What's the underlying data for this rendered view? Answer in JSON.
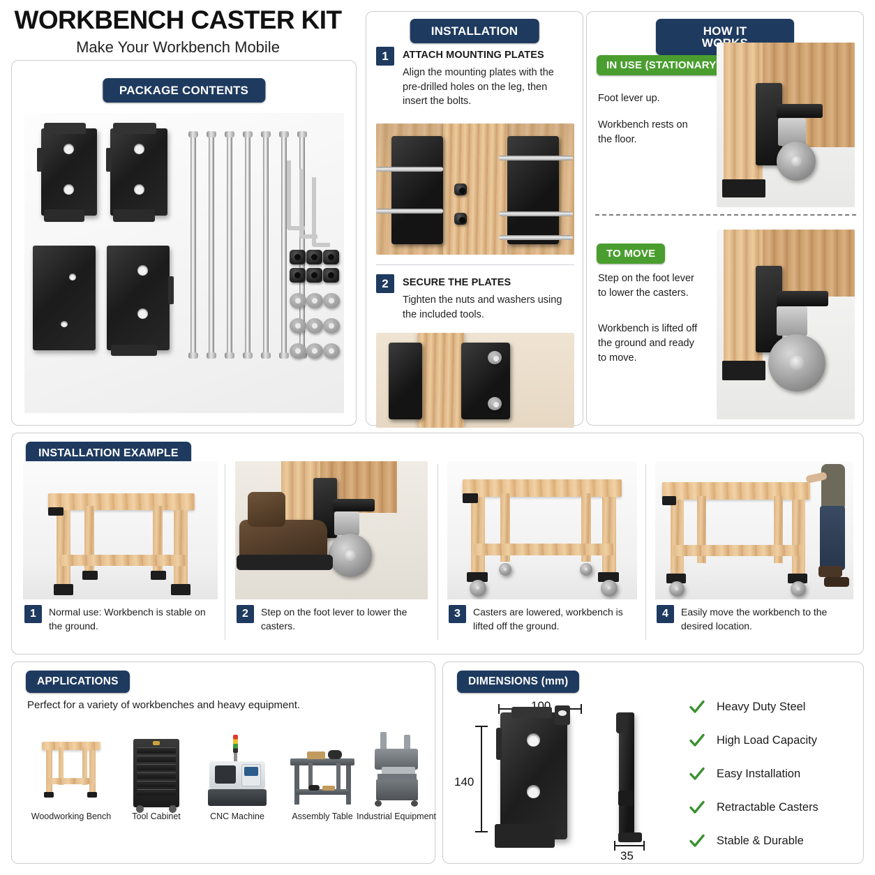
{
  "header": {
    "title": "WORKBENCH CASTER KIT",
    "subtitle": "Make Your Workbench Mobile"
  },
  "package": {
    "badge": "PACKAGE CONTENTS",
    "photo_alt": "four black mounting plates, seven long bolts, three hex wrenches, six nuts and nine washers laid out on white background"
  },
  "installation": {
    "badge": "INSTALLATION",
    "steps": [
      {
        "num": "1",
        "heading": "ATTACH MOUNTING PLATES",
        "body": "Align the mounting plates with the pre-drilled holes on the leg, then insert the bolts.",
        "photo_alt": "two black mounting plates bolted on either side of a wooden workbench leg"
      },
      {
        "num": "2",
        "heading": "SECURE THE PLATES",
        "body": "Tighten the nuts and washers using the included tools.",
        "photo_alt": "mounting plates secured with nuts and washers on the wooden leg"
      }
    ]
  },
  "how_it_works": {
    "badge": "HOW IT WORKS",
    "states": [
      {
        "badge": "IN USE (STATIONARY)",
        "lines": [
          "Foot lever up.",
          "Workbench rests on the floor."
        ],
        "photo_alt": "workbench corner resting on the floor with caster retracted"
      },
      {
        "badge": "TO MOVE",
        "lines": [
          "Step on the foot lever to lower the casters.",
          "Workbench is lifted off the ground and ready to move."
        ],
        "photo_alt": "workbench corner lifted with caster wheel lowered to the floor"
      }
    ]
  },
  "example": {
    "badge": "INSTALLATION EXAMPLE",
    "steps": [
      {
        "num": "1",
        "text": "Normal use: Workbench is stable on the ground."
      },
      {
        "num": "2",
        "text": "Step on the foot lever to lower the casters."
      },
      {
        "num": "3",
        "text": "Casters are lowered, workbench is lifted off the ground."
      },
      {
        "num": "4",
        "text": "Easily move the workbench to the desired location."
      }
    ]
  },
  "applications": {
    "badge": "APPLICATIONS",
    "lead": "Perfect for a variety of workbenches and heavy equipment.",
    "items": [
      {
        "label": "Woodworking Bench"
      },
      {
        "label": "Tool Cabinet"
      },
      {
        "label": "CNC Machine"
      },
      {
        "label": "Assembly Table"
      },
      {
        "label": "Industrial Equipment"
      }
    ]
  },
  "dimensions": {
    "badge": "DIMENSIONS (mm)",
    "width": "100",
    "height": "140",
    "thickness": "35",
    "features": [
      "Heavy Duty Steel",
      "High Load Capacity",
      "Easy Installation",
      "Retractable Casters",
      "Stable & Durable"
    ]
  },
  "colors": {
    "navy": "#1e3a5f",
    "green": "#4a9e2f",
    "card_border": "#c9ccd1",
    "text": "#1a1a1a"
  }
}
